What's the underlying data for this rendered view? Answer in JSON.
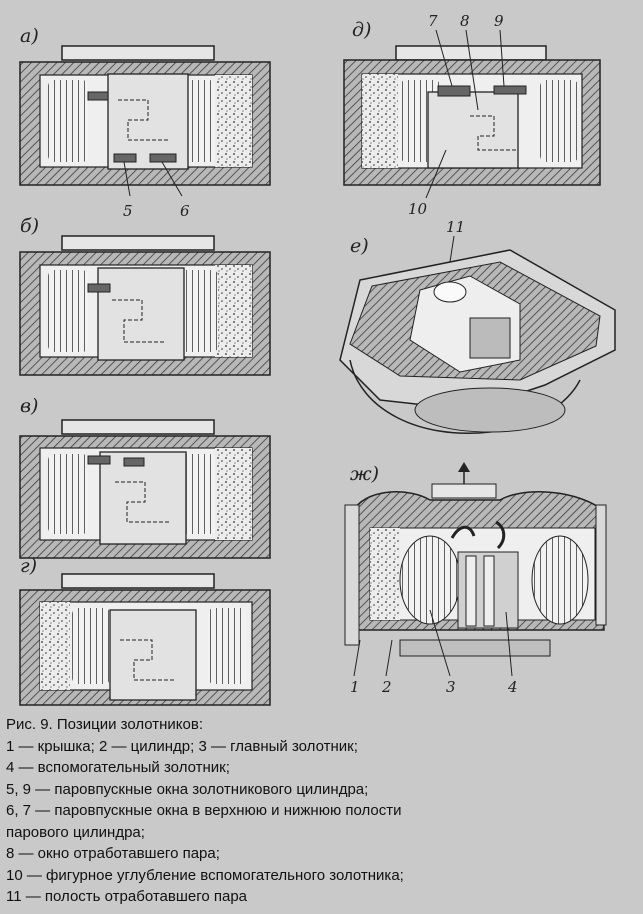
{
  "panels": [
    {
      "label": "а)"
    },
    {
      "label": "б)"
    },
    {
      "label": "в)"
    },
    {
      "label": "г)"
    },
    {
      "label": "д)"
    },
    {
      "label": "е)"
    },
    {
      "label": "ж)"
    }
  ],
  "callouts": {
    "a": [
      "5",
      "6"
    ],
    "d": [
      "7",
      "8",
      "9",
      "10"
    ],
    "e": [
      "11"
    ],
    "zh": [
      "1",
      "2",
      "3",
      "4"
    ]
  },
  "caption": {
    "title": "Рис. 9. Позиции золотников:",
    "items": [
      "1 — крышка; 2 — цилиндр; 3 — главный золотник;",
      "4 — вспомогательный золотник;",
      "5, 9 — паровпускные окна золотникового цилиндра;",
      "6, 7 — паровпускные окна в верхнюю и нижнюю полости",
      "парового цилиндра;",
      "8 — окно отработавшего пара;",
      "10 — фигурное углубление вспомогательного золотника;",
      "11 — полость отработавшего пара"
    ]
  },
  "colors": {
    "background": "#c9c9c9",
    "ink": "#2a2a2a",
    "hatch": "#555555",
    "stipple": "#e8e8e8"
  }
}
